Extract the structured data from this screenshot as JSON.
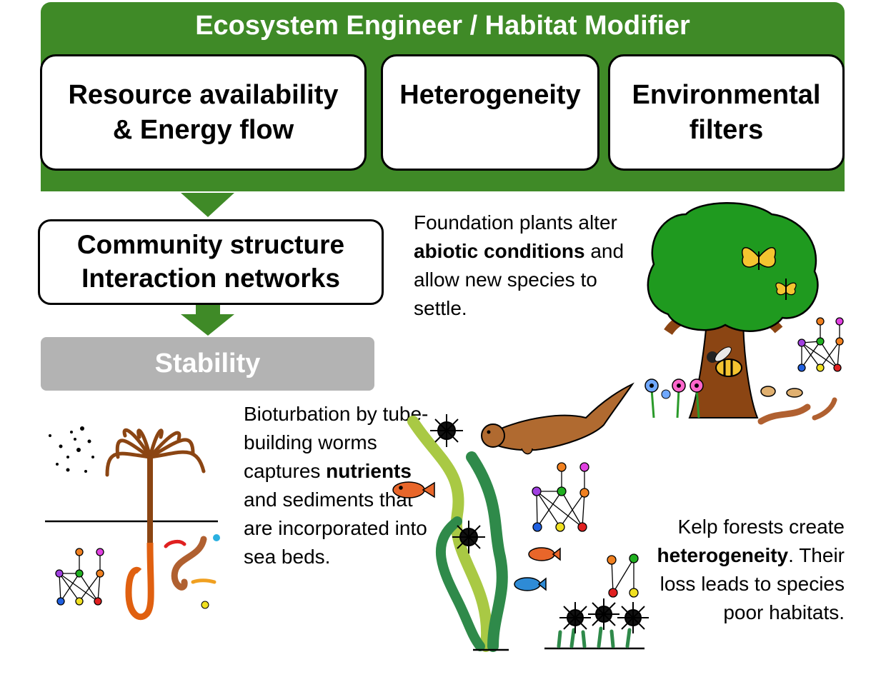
{
  "banner": {
    "title": "Ecosystem Engineer / Habitat Modifier",
    "color": "#3f8a27",
    "boxes": [
      {
        "line1": "Resource availability",
        "line2": "& Energy flow"
      },
      {
        "line1": "Heterogeneity",
        "line2": ""
      },
      {
        "line1": "Environmental",
        "line2": "filters"
      }
    ]
  },
  "community": {
    "line1": "Community structure",
    "line2": "Interaction networks"
  },
  "stability": {
    "label": "Stability",
    "color": "#b3b3b3"
  },
  "texts": {
    "foundation": {
      "pre": "Foundation plants alter ",
      "bold": "abiotic conditions",
      "post": " and allow new species to settle."
    },
    "bioturbation": {
      "pre": "Bioturbation by tube-building worms captures ",
      "bold": "nutrients",
      "post": " and sediments that are incorporated into sea beds."
    },
    "kelp": {
      "pre": "Kelp forests create ",
      "bold": "heterogeneity",
      "post": ". Their loss leads to species poor habitats."
    }
  },
  "icons": {
    "tree": "tree-icon",
    "butterfly": "butterfly-icon",
    "bee": "bee-icon",
    "flowers": "flowers-icon",
    "otter": "otter-icon",
    "kelp": "kelp-icon",
    "urchin": "sea-urchin-icon",
    "fish": "fish-icon",
    "worm": "tube-worm-icon",
    "network": "interaction-network-icon"
  },
  "colors": {
    "arrow": "#3f8a27",
    "kelp_dark": "#2f8a4a",
    "kelp_light": "#a9c944",
    "tree_canopy": "#1f9a1f",
    "trunk": "#8b4513",
    "otter": "#b06a30",
    "fish_orange": "#e8662a",
    "fish_blue": "#2e8bd6"
  }
}
